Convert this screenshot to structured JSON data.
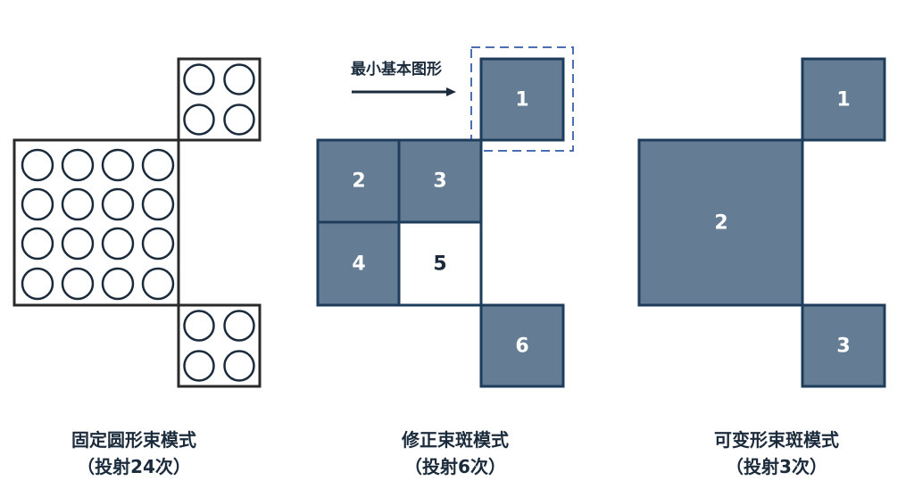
{
  "colors": {
    "fill": "#647d94",
    "border": "#1e3d5c",
    "outline_black": "#2a2a2a",
    "circle_stroke": "#1b2b3c",
    "dash": "#4a6fb5",
    "text": "#1b2b3c",
    "number_light": "#ffffff"
  },
  "panels": [
    {
      "id": "fixed-circular-beam",
      "caption_line1": "固定圆形束模式",
      "caption_line2": "（投射24次）",
      "shots": 24
    },
    {
      "id": "corrected-beam",
      "caption_line1": "修正束斑模式",
      "caption_line2": "（投射6次）",
      "shots": 6,
      "annotation": "最小基本图形",
      "cells": [
        "1",
        "2",
        "3",
        "4",
        "5",
        "6"
      ]
    },
    {
      "id": "variable-shaped-beam",
      "caption_line1": "可变形束斑模式",
      "caption_line2": "（投射3次）",
      "shots": 3,
      "cells": [
        "1",
        "2",
        "3"
      ]
    }
  ]
}
